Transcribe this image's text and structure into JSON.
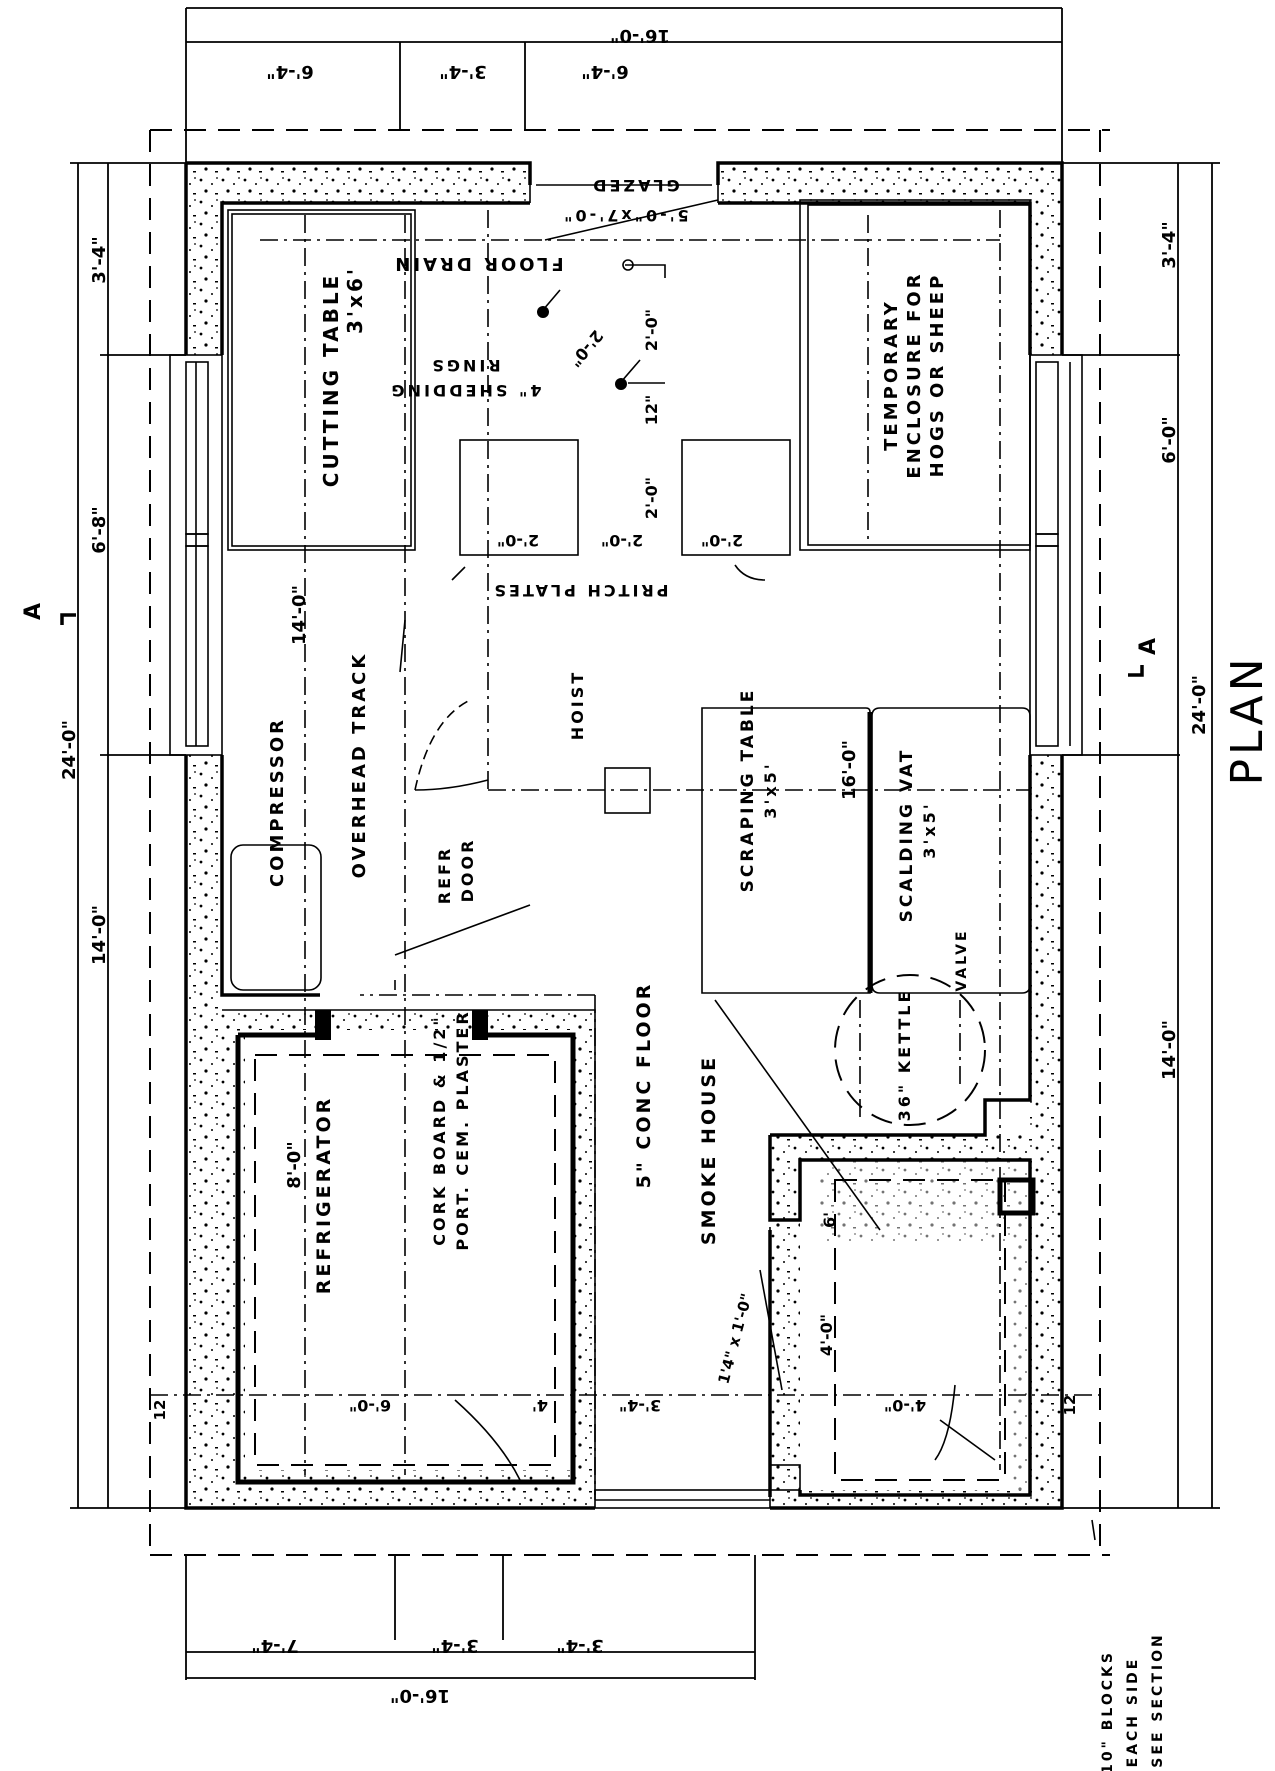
{
  "drawing": {
    "title": "PLAN",
    "section_marker": "A",
    "orientation": "rotated 90° (plan read sideways)"
  },
  "rooms": {
    "cutting_table": {
      "label": "CUTTING TABLE",
      "size": "3'x6'"
    },
    "temporary_enclosure": {
      "line1": "TEMPORARY",
      "line2": "ENCLOSURE FOR",
      "line3": "HOGS OR SHEEP"
    },
    "compressor": {
      "label": "COMPRESSOR"
    },
    "overhead_track": {
      "label": "OVERHEAD TRACK"
    },
    "refr_door": {
      "line1": "REFR",
      "line2": "DOOR"
    },
    "hoist": {
      "label": "HOIST"
    },
    "scraping_table": {
      "label": "SCRAPING TABLE",
      "size": "3'x5'"
    },
    "scalding_vat": {
      "label": "SCALDING VAT",
      "size": "3'x5'"
    },
    "refrigerator": {
      "label": "REFRIGERATOR",
      "dimension": "8'-0\""
    },
    "cork_board": {
      "line1": "CORK BOARD & 1/2\"",
      "line2": "PORT. CEM. PLASTER"
    },
    "conc_floor": {
      "label": "5\" CONC FLOOR"
    },
    "smoke_house": {
      "label": "SMOKE HOUSE"
    },
    "kettle": {
      "label": "36\" KETTLE"
    },
    "valve": {
      "label": "VALVE"
    }
  },
  "annotations": {
    "floor_drain": "FLOOR DRAIN",
    "shedding_rings": {
      "line1": "4\" SHEDDING",
      "line2": "RINGS"
    },
    "pritch_plates": "PRITCH PLATES",
    "glazed": {
      "line1": "GLAZED",
      "line2": "5'-0\"x7'-0\""
    },
    "blocks_note": {
      "line1": "10\" BLOCKS",
      "line2": "EACH SIDE",
      "line3": "SEE SECTION"
    },
    "smoke_opening": "1'4\" x 1'-0\""
  },
  "dimensions": {
    "top_overall": "16'-0\"",
    "top_segments": [
      "6'-4\"",
      "3'-4\"",
      "6'-4\""
    ],
    "bottom_overall": "16'-0\"",
    "bottom_segments": [
      "7'-4\"",
      "3'-4\"",
      "3'-4\""
    ],
    "left_overall": "24'-0\"",
    "left_segments": [
      "3'-4\"",
      "6'-8\"",
      "14'-0\""
    ],
    "right_overall": "24'-0\"",
    "right_segments": [
      "3'-4\"",
      "6'-0\"",
      "14'-0\""
    ],
    "interior": {
      "track_offset": "14'-0\"",
      "track_length": "16'-0\"",
      "ring_spacing_a": "2'-0\"",
      "ring_spacing_b": "2'-0\"",
      "ring_drop": "12\"",
      "plate_gap": "2'-0\"",
      "plate_w1": "2'-0\"",
      "plate_w2": "2'-0\"",
      "plate_h": "2'-0\"",
      "bottom_row_1": "6'-0\"",
      "bottom_row_2": "4'",
      "bottom_row_3": "3'-4\"",
      "bottom_row_4": "4'-0\"",
      "smoke_dim": "4'-0\"",
      "smoke_dim2": "6'",
      "wall_mark_left": "12",
      "wall_mark_right": "12"
    }
  }
}
